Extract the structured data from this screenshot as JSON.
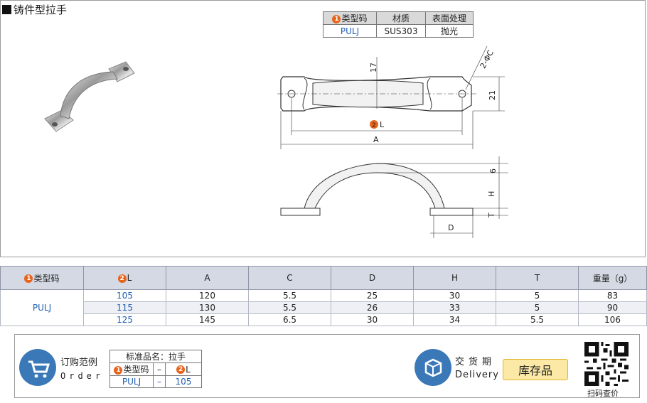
{
  "page_title": "铸件型拉手",
  "spec_table": {
    "headers": [
      "类型码",
      "材质",
      "表面处理"
    ],
    "header_badge": "1",
    "row": [
      "PULJ",
      "SUS303",
      "抛光"
    ]
  },
  "drawing_labels": {
    "top_17": "17",
    "hole": "2-ΦC",
    "top_21": "21",
    "l_badge": "2",
    "l_label": "L",
    "a_label": "A",
    "side_6": "6",
    "side_h": "H",
    "side_t": "T",
    "side_d": "D"
  },
  "main_table": {
    "headers": [
      "类型码",
      "L",
      "A",
      "C",
      "D",
      "H",
      "T",
      "重量（g）"
    ],
    "type_badge": "1",
    "l_badge": "2",
    "type_code": "PULJ",
    "rows": [
      [
        "105",
        "120",
        "5.5",
        "25",
        "30",
        "5",
        "83"
      ],
      [
        "115",
        "130",
        "5.5",
        "26",
        "33",
        "5",
        "90"
      ],
      [
        "125",
        "145",
        "6.5",
        "30",
        "34",
        "5.5",
        "106"
      ]
    ]
  },
  "order": {
    "cn": "订购范例",
    "en": "Order",
    "example_title": "标准品名：拉手",
    "type_badge": "1",
    "l_badge": "2",
    "col_type": "类型码",
    "dash": "–",
    "col_l": "L",
    "val_type": "PULJ",
    "val_l": "105"
  },
  "delivery": {
    "cn": "交货期",
    "en": "Delivery",
    "stock": "库存品"
  },
  "qr_label": "扫码查价",
  "colors": {
    "accent_blue": "#1f5fb4",
    "badge_orange": "#e8641b",
    "header_gray": "#d4d9e4",
    "stock_yellow": "#fbe9a5"
  }
}
